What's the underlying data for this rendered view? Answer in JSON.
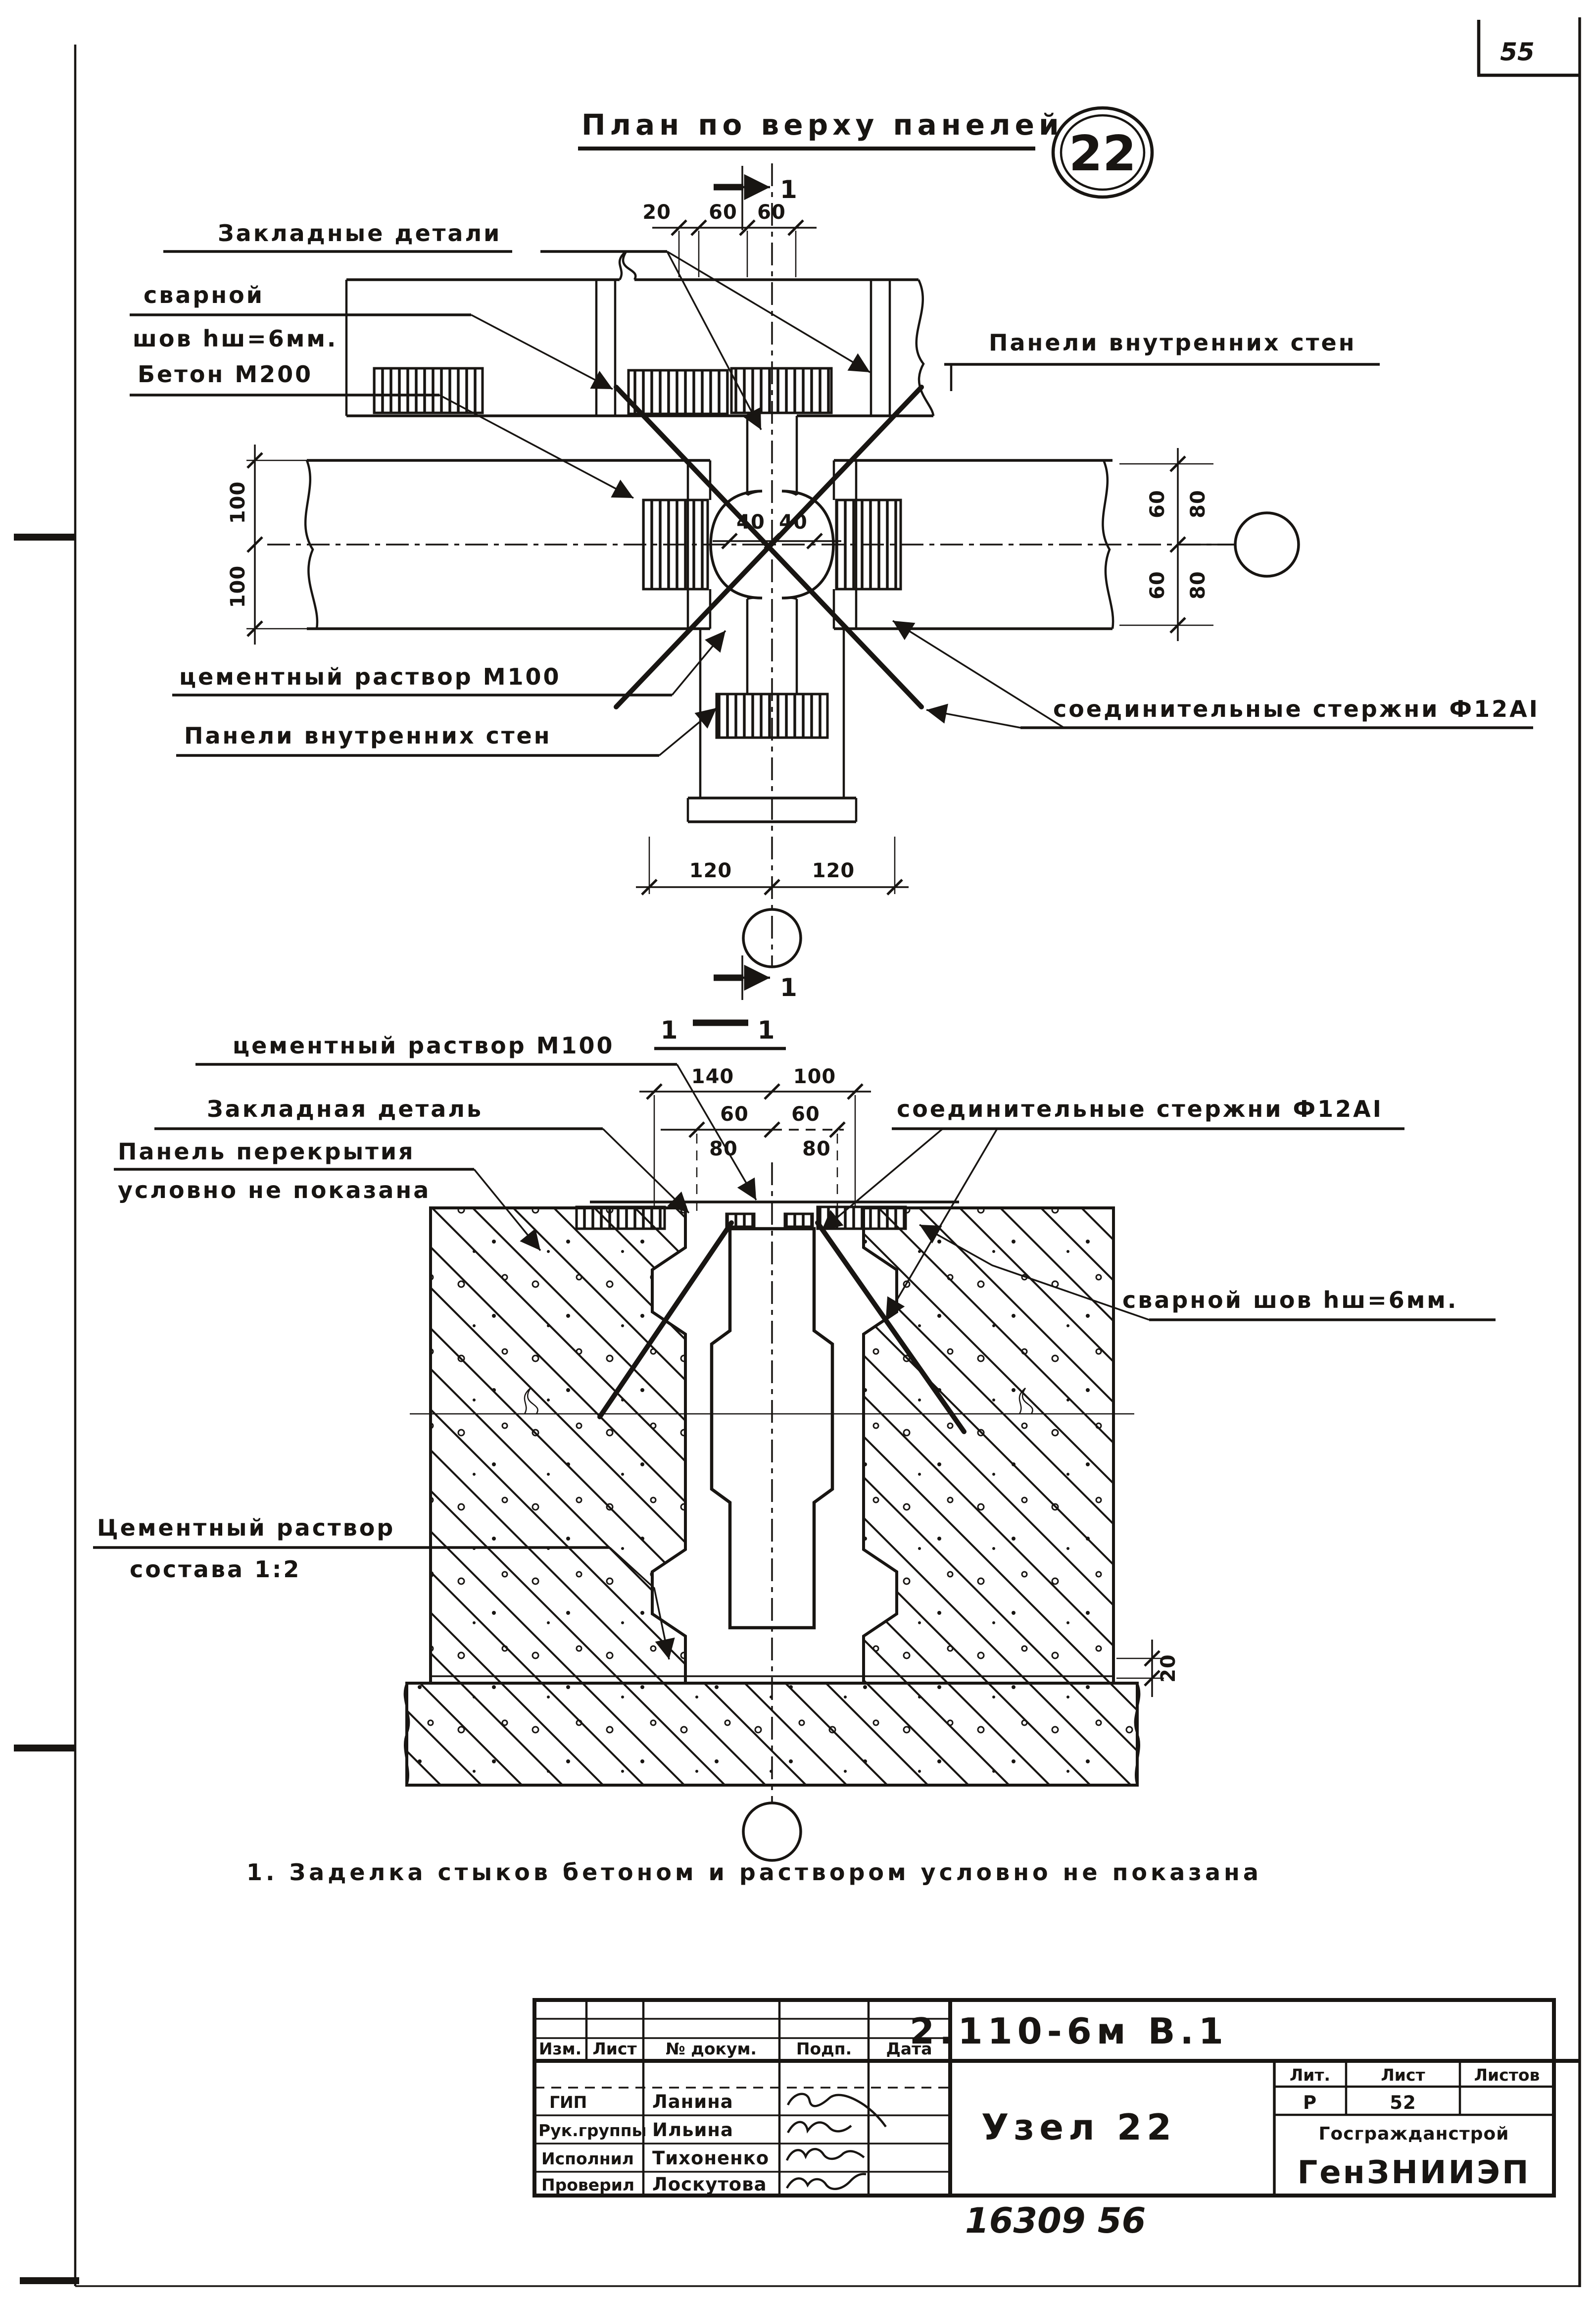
{
  "page": {
    "sheet_number": "55",
    "inventory_number": "16309  56"
  },
  "plan": {
    "title": "План по верху панелей",
    "node_number": "22",
    "section_mark": "1",
    "labels": {
      "embedded_details": "Закладные детали",
      "weld_line1": "сварной",
      "weld_line2": "шов hш=6мм.",
      "concrete": "Бетон М200",
      "panels_top": "Панели внутренних стен",
      "mortar": "цементный раствор М100",
      "panels_bottom": "Панели внутренних стен",
      "rods": "соединительные стержни Ф12АІ"
    },
    "dims": {
      "top": [
        "20",
        "60",
        "60"
      ],
      "left": [
        "100",
        "100"
      ],
      "center": [
        "40",
        "40"
      ],
      "right_top": [
        "60",
        "80"
      ],
      "right_bottom": [
        "60",
        "80"
      ],
      "bottom": [
        "120",
        "120"
      ]
    }
  },
  "section": {
    "mark_left": "1",
    "mark_right": "1",
    "labels": {
      "mortar": "цементный раствор М100",
      "embedded": "Закладная деталь",
      "slab_line1": "Панель перекрытия",
      "slab_line2": "условно не показана",
      "rods": "соединительные стержни Ф12АІ",
      "weld": "сварной шов hш=6мм.",
      "cement_line1": "Цементный раствор",
      "cement_line2": "состава 1:2"
    },
    "dims": {
      "row1": [
        "140",
        "100"
      ],
      "row2": [
        "60",
        "60"
      ],
      "row3": [
        "80",
        "80"
      ],
      "joint": "20"
    }
  },
  "note": "1. Заделка  стыков   бетоном  и  раствором  условно  не  показана",
  "title_block": {
    "designation": "2.110-6м  В.1",
    "sheet_title": "Узел 22",
    "header_cols": [
      "Изм.",
      "Лист",
      "№ докум.",
      "Подп.",
      "Дата"
    ],
    "rows": [
      {
        "role": "ГИП",
        "name": "Ланина"
      },
      {
        "role": "Рук.группы",
        "name": "Ильина"
      },
      {
        "role": "Исполнил",
        "name": "Тихоненко"
      },
      {
        "role": "Проверил",
        "name": "Лоскутова"
      }
    ],
    "lit_cols": [
      "Лит.",
      "Лист",
      "Листов"
    ],
    "lit_values": {
      "lit": "Р",
      "sheet": "52",
      "sheets": ""
    },
    "organization_top": "Госгражданстрой",
    "organization": "ГенЗНИИЭП"
  }
}
